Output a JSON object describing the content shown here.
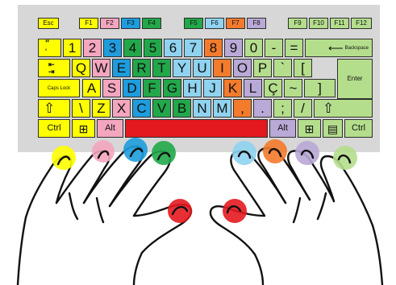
{
  "colors": {
    "yellow": "#ffff00",
    "pink": "#f4a6bf",
    "blue": "#1e9dde",
    "green": "#22a84a",
    "red": "#e3191f",
    "lightblue": "#8fd3f0",
    "orange": "#f47b2c",
    "lavender": "#b9a9d6",
    "lightgreen": "#b4de8c",
    "gray": "#dcdcdc"
  },
  "keyboard": {
    "function_row": [
      "Esc",
      "F1",
      "F2",
      "F3",
      "F4",
      "F5",
      "F6",
      "F7",
      "F8",
      "F9",
      "F10",
      "F11",
      "F12"
    ],
    "number_row": {
      "backtick_top": "\"",
      "backtick_bottom": "'",
      "keys": [
        "1",
        "2",
        "3",
        "4",
        "5",
        "6",
        "7",
        "8",
        "9",
        "0",
        "-",
        "="
      ],
      "backspace_arrow": "⟵",
      "backspace": "Backspace"
    },
    "top_row": {
      "tab_arrows": "⇤\n⇥",
      "keys": [
        "Q",
        "W",
        "E",
        "R",
        "T",
        "Y",
        "U",
        "I",
        "O",
        "P",
        "`",
        "["
      ],
      "enter": "Enter"
    },
    "home_row": {
      "caps_lock": "Caps Lock",
      "keys": [
        "A",
        "S",
        "D",
        "F",
        "G",
        "H",
        "J",
        "K",
        "L",
        "Ç",
        "~",
        "]"
      ]
    },
    "bottom_row": {
      "shift_left": "⇧",
      "keys": [
        "\\",
        "Z",
        "X",
        "C",
        "V",
        "B",
        "N",
        "M",
        ",",
        ".",
        ";",
        "/"
      ],
      "shift_right": "⇧"
    },
    "space_row": {
      "ctrl_left": "Ctrl",
      "win_left": "⊞",
      "alt_left": "Alt",
      "alt_right": "Alt",
      "win_right": "⊞",
      "menu": "▤",
      "ctrl_right": "Ctrl"
    }
  }
}
